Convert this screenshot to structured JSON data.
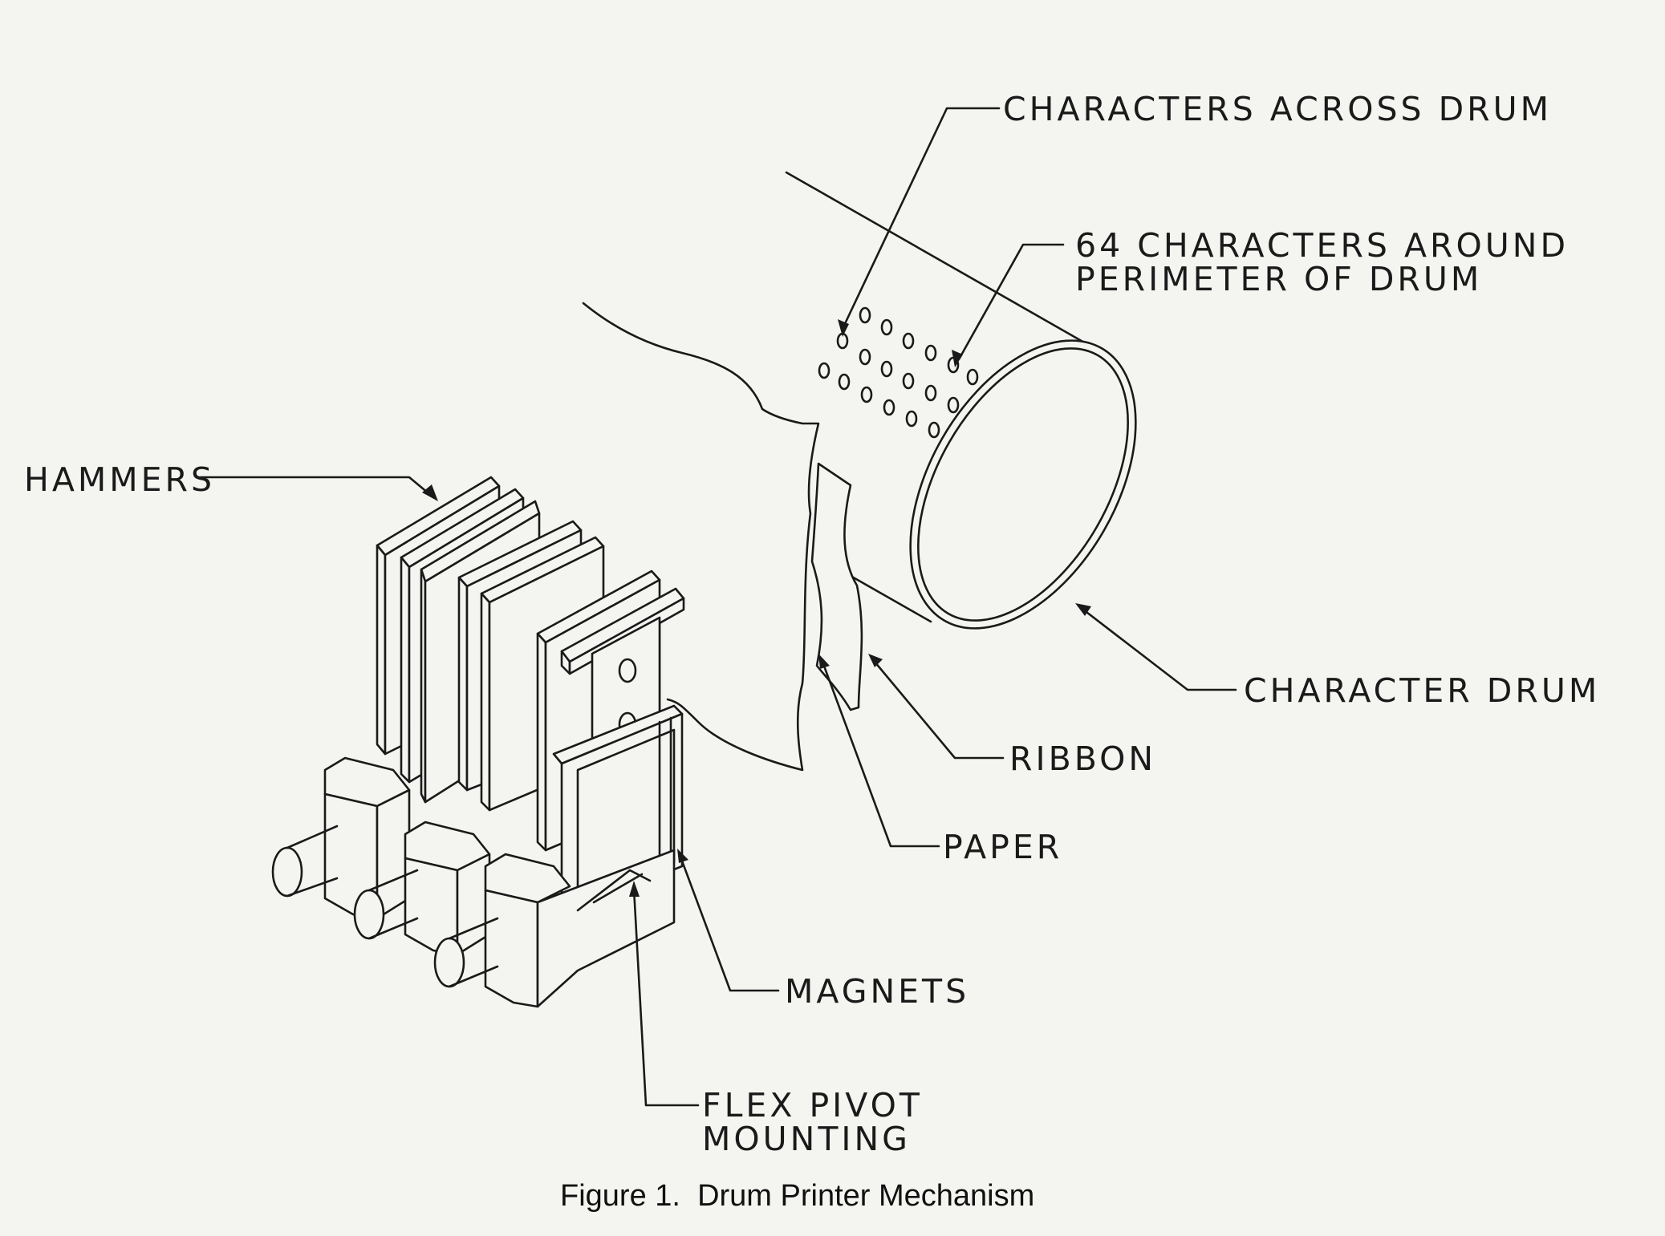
{
  "labels": {
    "characters_across_drum": "CHARACTERS ACROSS DRUM",
    "characters_around_line1": "64 CHARACTERS AROUND",
    "characters_around_line2": "PERIMETER OF DRUM",
    "hammers": "HAMMERS",
    "character_drum": "CHARACTER DRUM",
    "ribbon": "RIBBON",
    "paper": "PAPER",
    "magnets": "MAGNETS",
    "flex_pivot_line1": "FLEX PIVOT",
    "flex_pivot_line2": "MOUNTING"
  },
  "caption": "Figure 1.  Drum Printer Mechanism",
  "colors": {
    "ink": "#1a1a1a",
    "paper_bg": "#f4f4f1"
  }
}
